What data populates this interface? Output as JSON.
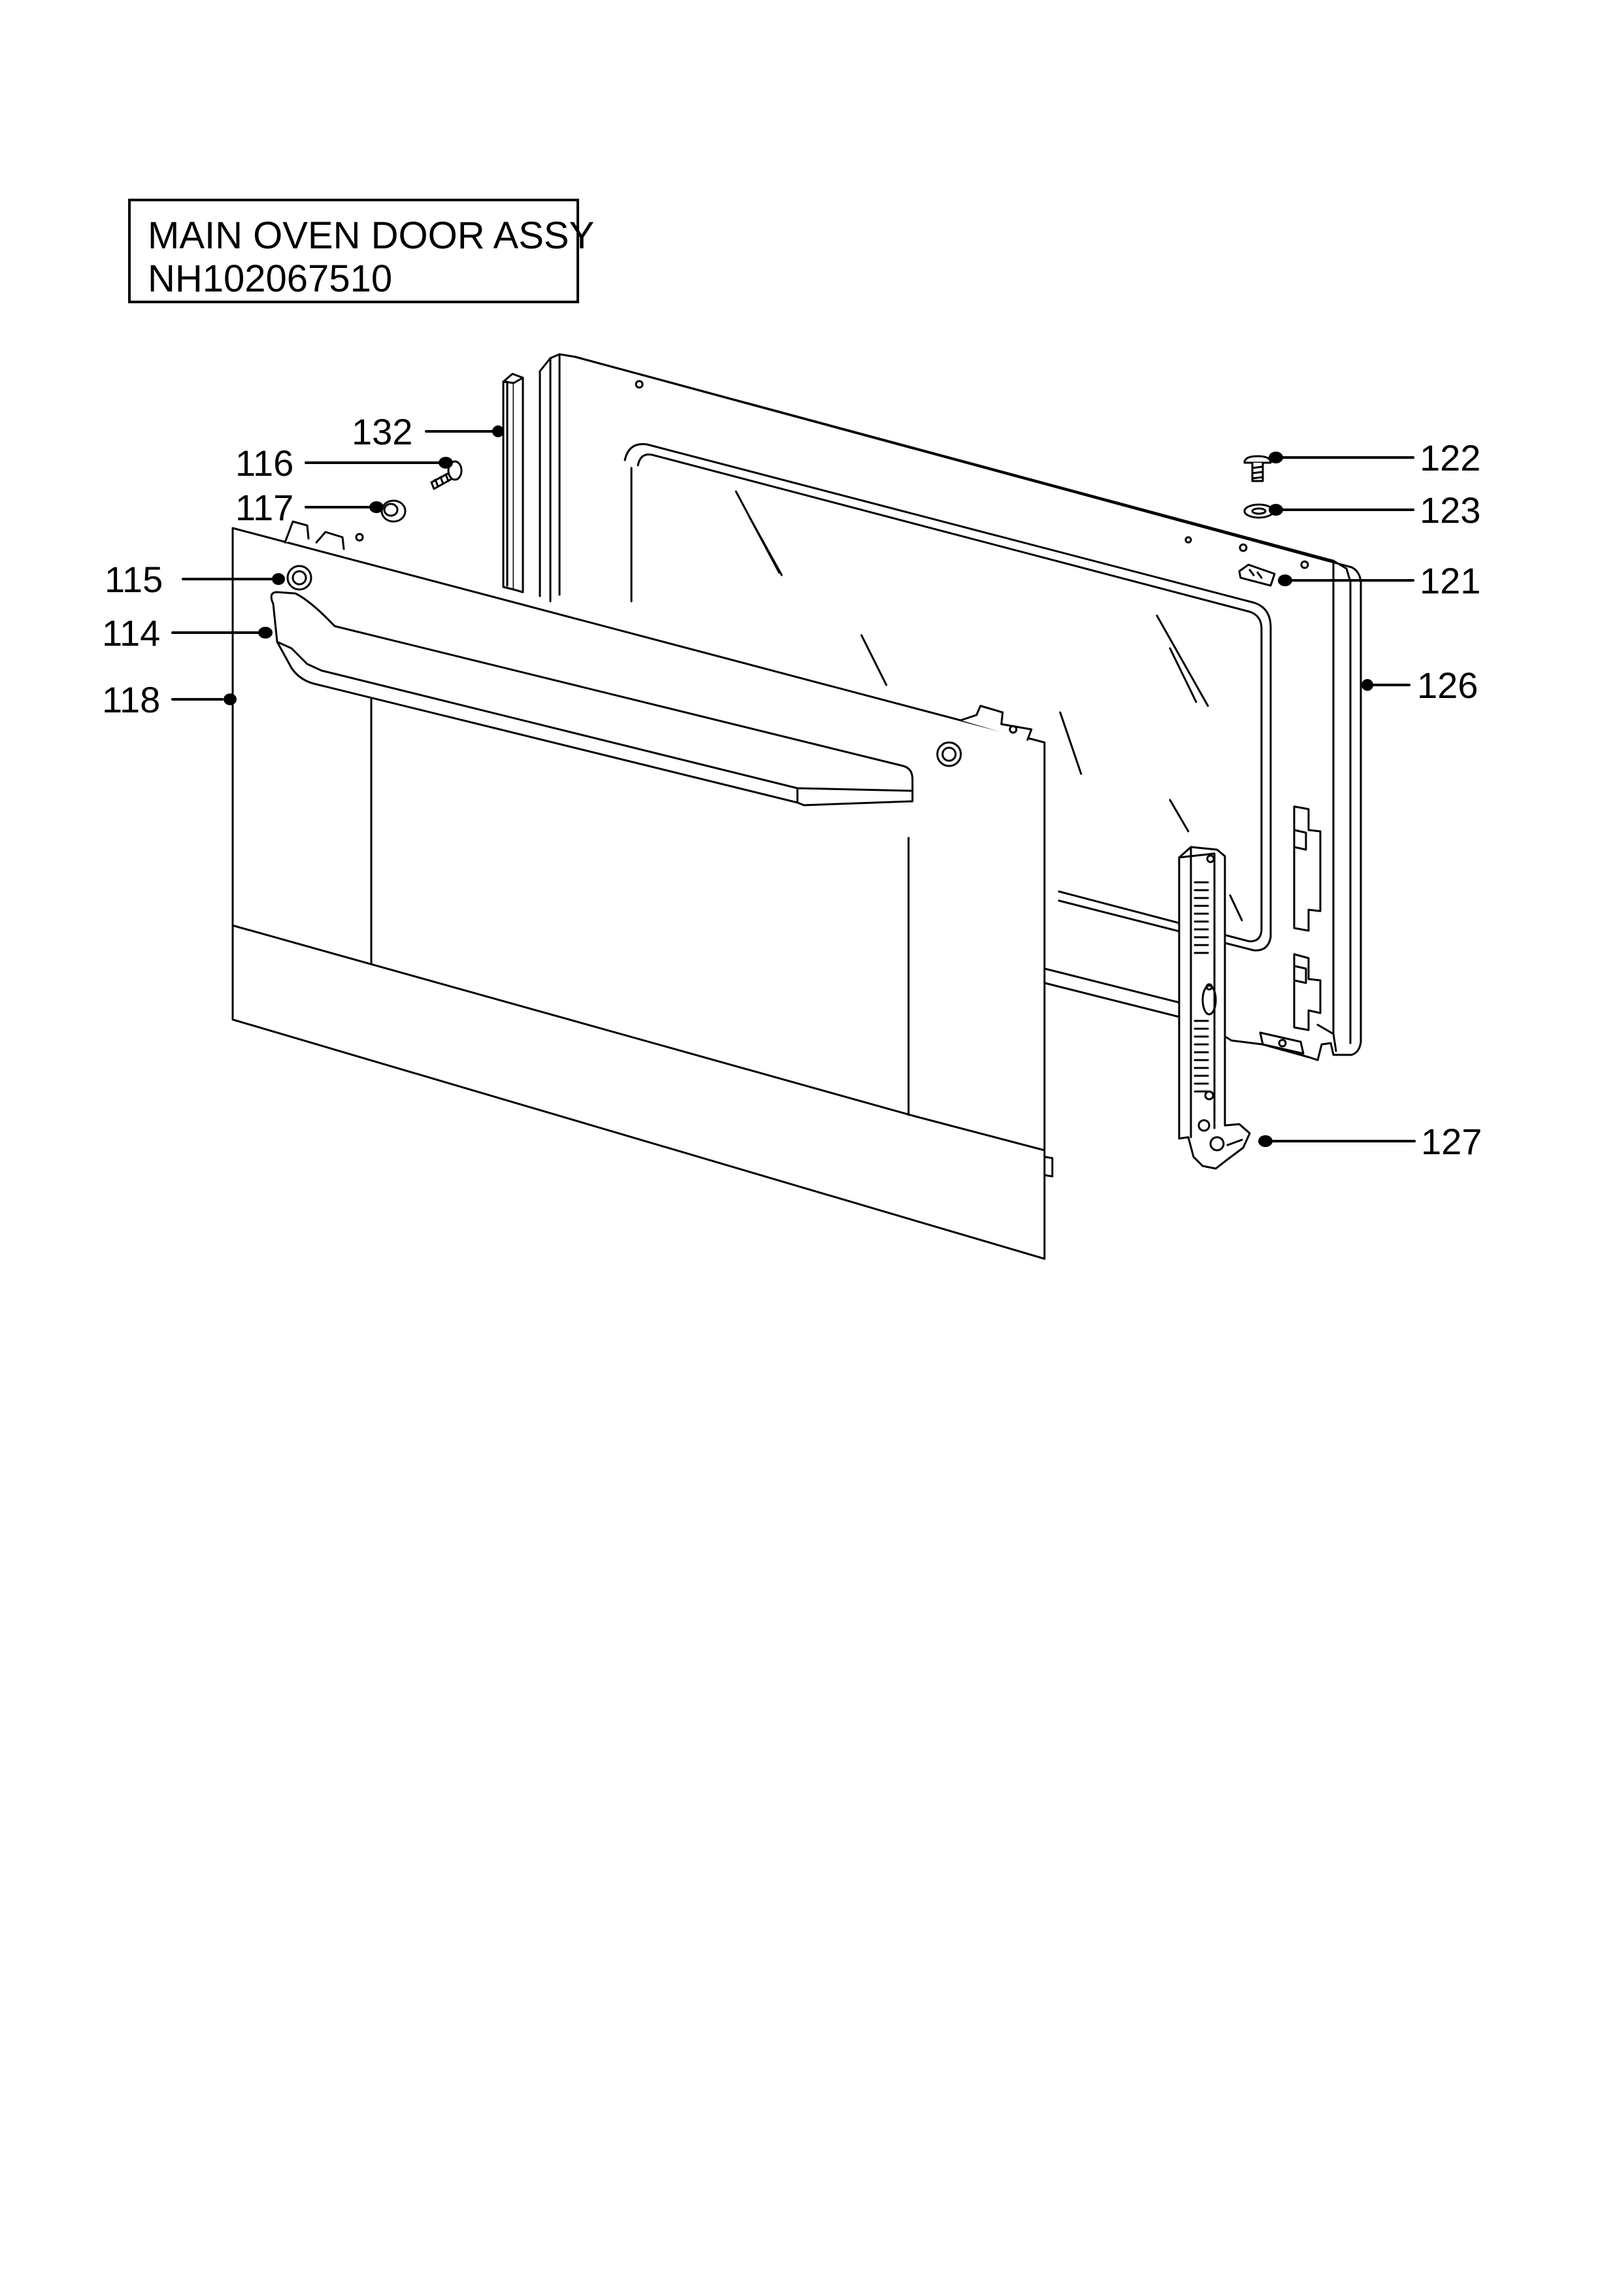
{
  "title": {
    "line1": "MAIN OVEN DOOR ASSY",
    "line2": "NH102067510"
  },
  "callouts": {
    "c114": "114",
    "c115": "115",
    "c116": "116",
    "c117": "117",
    "c118": "118",
    "c121": "121",
    "c122": "122",
    "c123": "123",
    "c126": "126",
    "c127": "127",
    "c132": "132"
  },
  "colors": {
    "line": "#000000",
    "fill": "#ffffff"
  }
}
